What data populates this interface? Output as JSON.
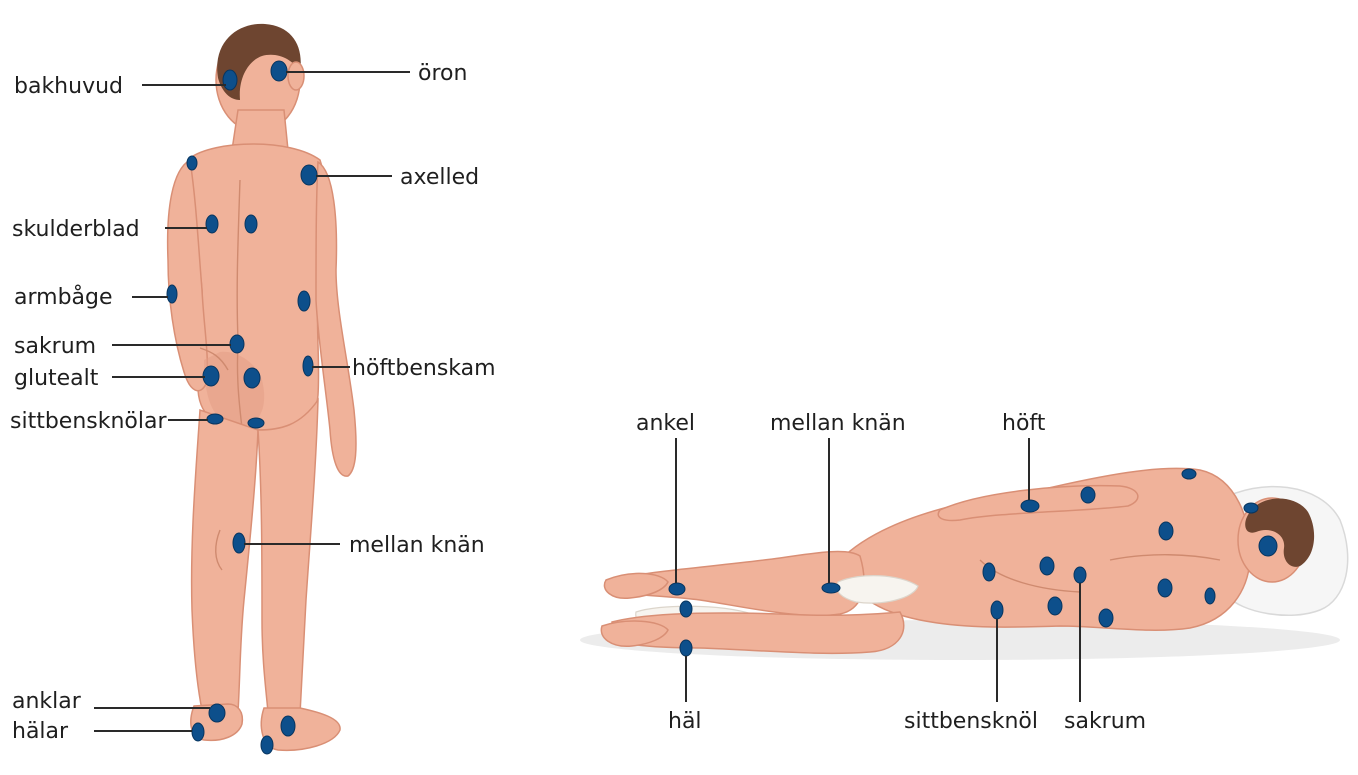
{
  "standing_labels": {
    "occiput": "bakhuvud",
    "ears": "öron",
    "shoulder_joint": "axelled",
    "scapula": "skulderblad",
    "elbow": "armbåge",
    "sacrum": "sakrum",
    "gluteal": "glutealt",
    "ischial_tuberosities": "sittbensknölar",
    "iliac_crest": "höftbenskam",
    "between_knees": "mellan knän",
    "ankles": "anklar",
    "heels": "hälar"
  },
  "lying_labels": {
    "ankle": "ankel",
    "between_knees": "mellan knän",
    "hip": "höft",
    "heel": "häl",
    "ischial_tuberosity": "sittbensknöl",
    "sacrum": "sakrum"
  },
  "colors": {
    "pressure_point": "#0d4f8b",
    "skin": "#f0b29a",
    "hair": "#6e4530",
    "label_text": "#1f1f1f"
  }
}
